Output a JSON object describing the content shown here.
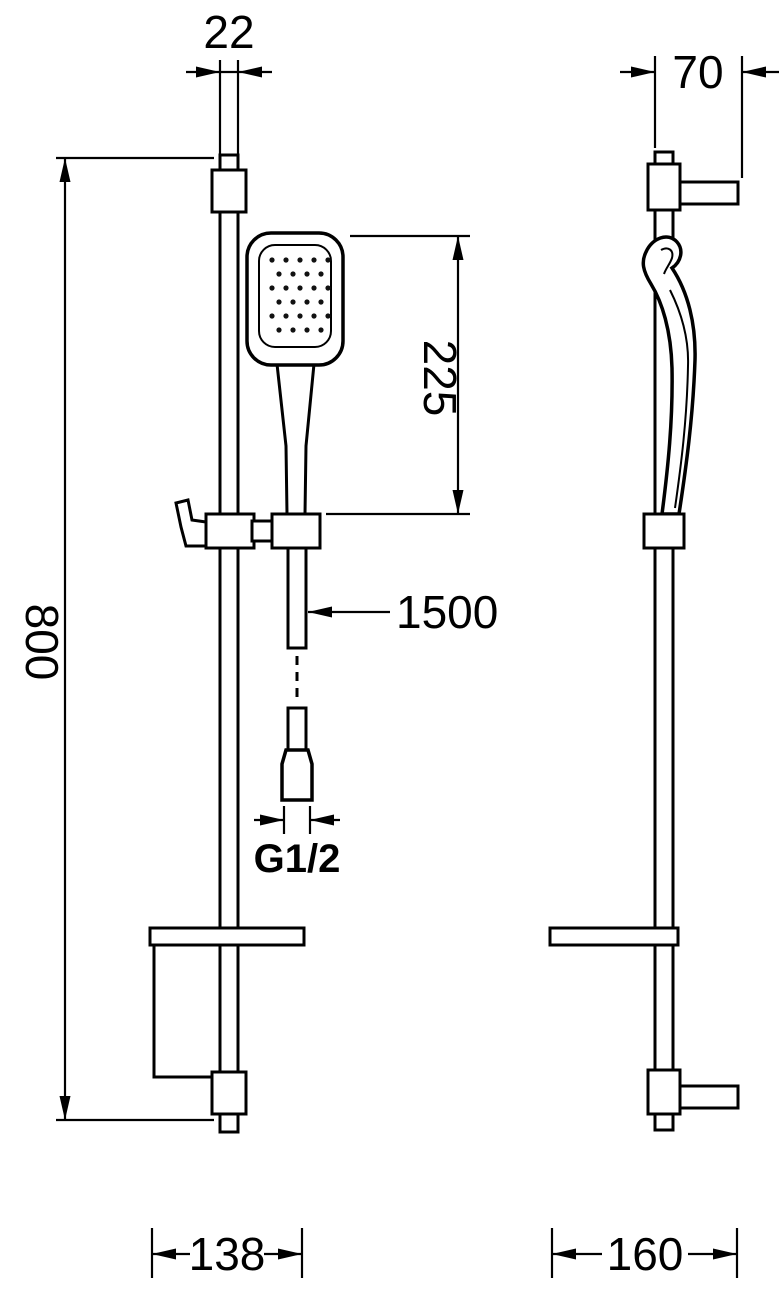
{
  "dimensions": {
    "rail_width": "22",
    "bracket_depth": "70",
    "handshower_length": "225",
    "bar_height": "800",
    "hose_length": "1500",
    "thread": "G1/2",
    "front_width": "138",
    "side_depth": "160"
  },
  "colors": {
    "line": "#000000",
    "background": "#ffffff"
  }
}
